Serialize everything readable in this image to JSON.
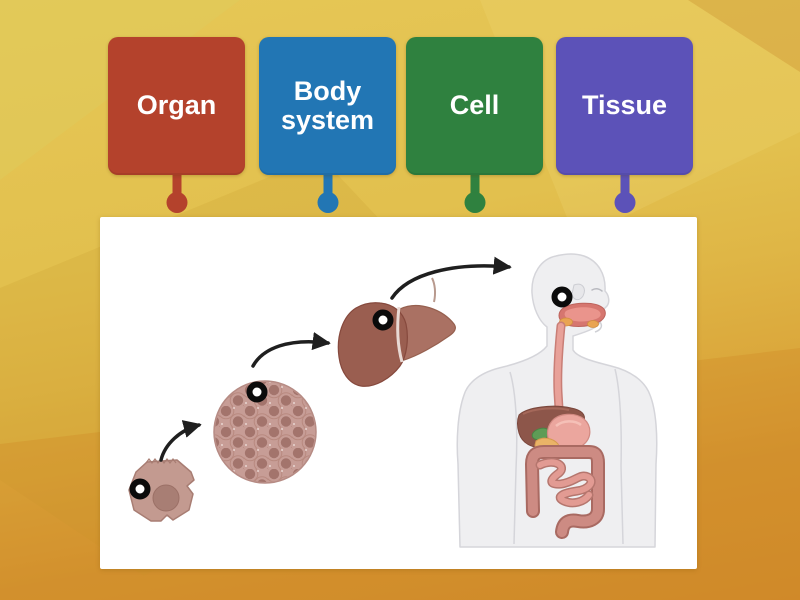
{
  "labels": [
    {
      "text": "Organ",
      "color": "#b4422c"
    },
    {
      "text": "Body system",
      "color": "#2276b4"
    },
    {
      "text": "Cell",
      "color": "#2f813f"
    },
    {
      "text": "Tissue",
      "color": "#5c52b8"
    }
  ],
  "diagram": {
    "parts": [
      "cell",
      "tissue",
      "organ (liver)",
      "body system (human digestive system)"
    ],
    "target_count": 4,
    "target_marker": {
      "fill": "#ffffff",
      "ring": "#000000"
    }
  },
  "theme": {
    "background_top": "#e4c452",
    "background_bottom": "#d18c2b",
    "panel": "#ffffff",
    "label_text": "#ffffff"
  }
}
